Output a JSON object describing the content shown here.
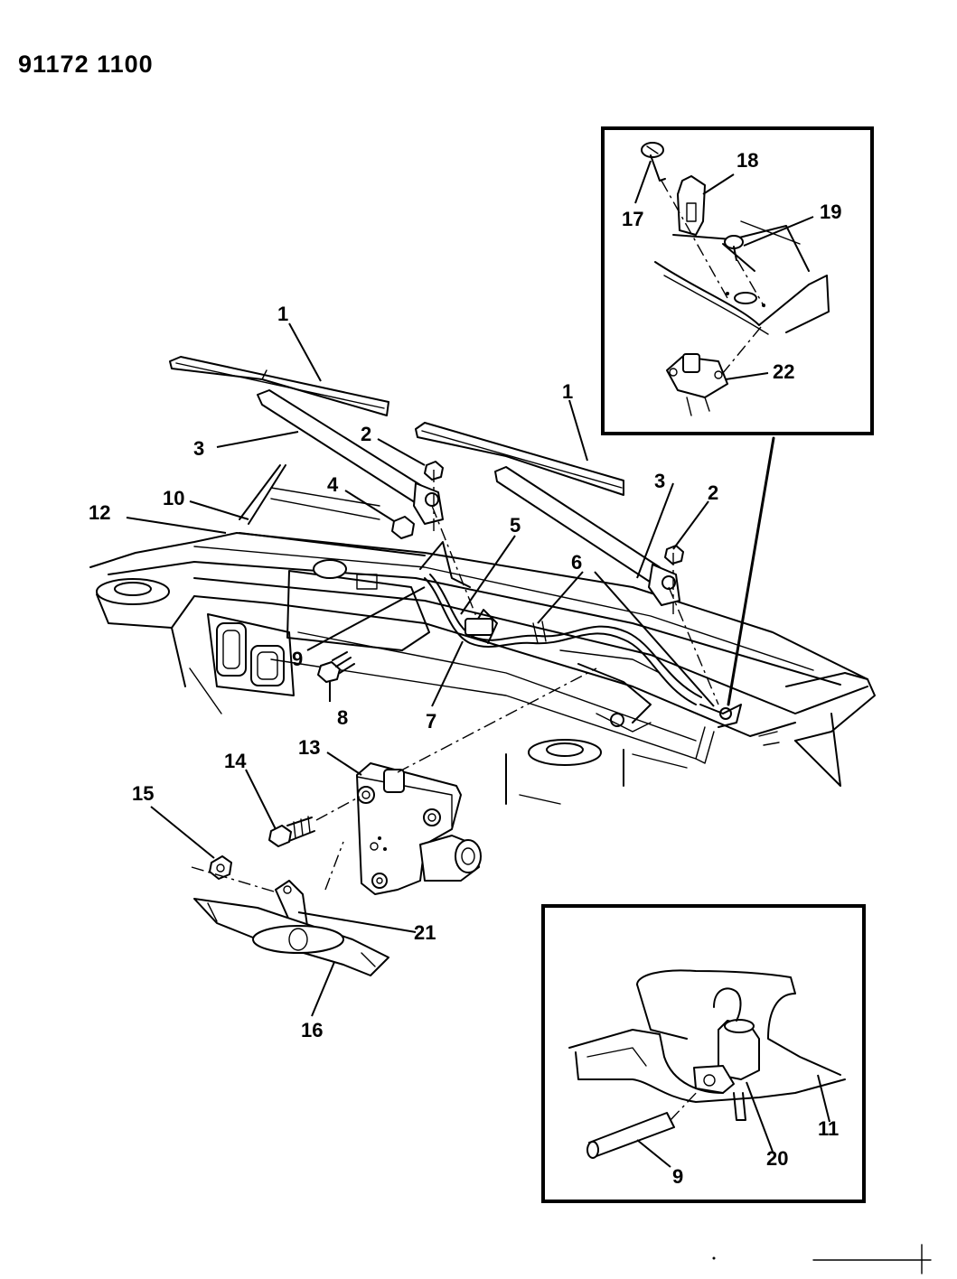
{
  "diagram": {
    "figure_number": "91172 1100",
    "callouts": [
      {
        "id": "c1a",
        "text": "1"
      },
      {
        "id": "c1b",
        "text": "1"
      },
      {
        "id": "c2a",
        "text": "2"
      },
      {
        "id": "c2b",
        "text": "2"
      },
      {
        "id": "c3a",
        "text": "3"
      },
      {
        "id": "c3b",
        "text": "3"
      },
      {
        "id": "c4",
        "text": "4"
      },
      {
        "id": "c5",
        "text": "5"
      },
      {
        "id": "c6",
        "text": "6"
      },
      {
        "id": "c7",
        "text": "7"
      },
      {
        "id": "c8",
        "text": "8"
      },
      {
        "id": "c9a",
        "text": "9"
      },
      {
        "id": "c9b",
        "text": "9"
      },
      {
        "id": "c10",
        "text": "10"
      },
      {
        "id": "c11",
        "text": "11"
      },
      {
        "id": "c12",
        "text": "12"
      },
      {
        "id": "c13",
        "text": "13"
      },
      {
        "id": "c14",
        "text": "14"
      },
      {
        "id": "c15",
        "text": "15"
      },
      {
        "id": "c16",
        "text": "16"
      },
      {
        "id": "c17",
        "text": "17"
      },
      {
        "id": "c18",
        "text": "18"
      },
      {
        "id": "c19",
        "text": "19"
      },
      {
        "id": "c20",
        "text": "20"
      },
      {
        "id": "c21",
        "text": "21"
      },
      {
        "id": "c22",
        "text": "22"
      }
    ]
  }
}
